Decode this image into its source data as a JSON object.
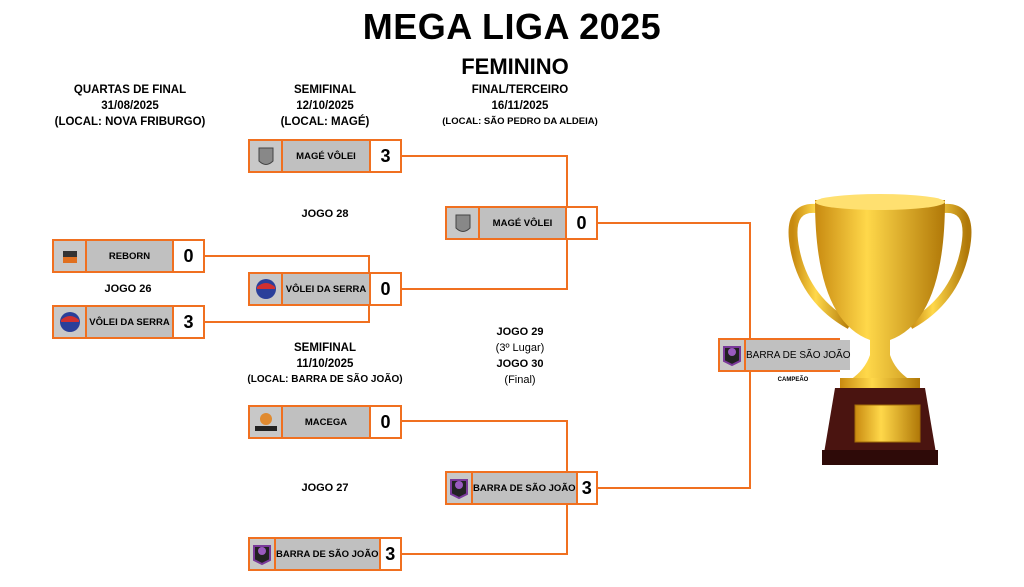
{
  "title": "MEGA LIGA 2025",
  "subtitle": "FEMININO",
  "headers": {
    "quartas": [
      "QUARTAS DE FINAL",
      "31/08/2025",
      "(LOCAL: NOVA FRIBURGO)"
    ],
    "semi1": [
      "SEMIFINAL",
      "12/10/2025",
      "(LOCAL: MAGÉ)"
    ],
    "final": [
      "FINAL/TERCEIRO",
      "16/11/2025",
      "(LOCAL: SÃO PEDRO DA ALDEIA)"
    ],
    "semi2": [
      "SEMIFINAL",
      "11/10/2025",
      "(LOCAL: BARRA DE SÃO JOÃO)"
    ]
  },
  "games": {
    "j26": "JOGO 26",
    "j28": "JOGO 28",
    "j27": "JOGO 27",
    "j29": "JOGO 29",
    "j29_desc": "(3º Lugar)",
    "j30": "JOGO 30",
    "j30_desc": "(Final)"
  },
  "matches": {
    "qf": [
      {
        "team": "REBORN",
        "score": "0"
      },
      {
        "team": "VÔLEI DA SERRA",
        "score": "3"
      }
    ],
    "sf1": [
      {
        "team": "MAGÉ VÔLEI",
        "score": "3"
      },
      {
        "team": "VÔLEI DA SERRA",
        "score": "0"
      }
    ],
    "sf2": [
      {
        "team": "MACEGA",
        "score": "0"
      },
      {
        "team": "BARRA DE SÃO JOÃO",
        "score": "3"
      }
    ],
    "final": [
      {
        "team": "MAGÉ VÔLEI",
        "score": "0"
      },
      {
        "team": "BARRA DE SÃO JOÃO",
        "score": "3"
      }
    ]
  },
  "champion": {
    "team": "BARRA DE SÃO JOÃO",
    "label": "CAMPEÃO"
  },
  "colors": {
    "accent": "#f07020",
    "cell": "#c0c0c0"
  }
}
